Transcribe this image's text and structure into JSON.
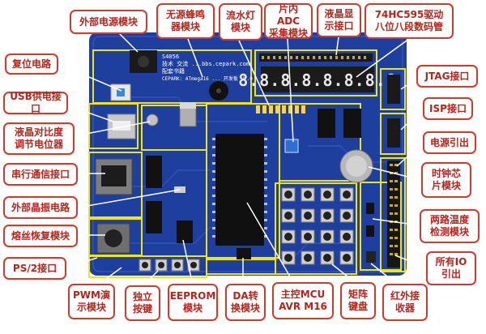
{
  "colors": {
    "pcb": "#1f3f9f",
    "pcb_dark": "#17307a",
    "outline": "#f2e21a",
    "callout_border": "#d23a2a",
    "callout_text": "#b3261e",
    "leader": "#ffffff"
  },
  "board": {
    "silk_lines": [
      "S4056",
      "技术 交流 ...bbs.cepark.com",
      "配套书籍",
      "CEPARK: ATmega16 ... 开发板 V2.0"
    ],
    "seg_display": "8.8.8.8.8.8.8.8"
  },
  "labels": {
    "ext_power": "外部电源模块",
    "buzzer": "无源蜂鸣\n器模块",
    "led_flow": "流水灯\n模块",
    "adc": "片内ADC\n采集模块",
    "lcd_port": "液晶显\n示接口",
    "seg_driver": "74HC595驱动\n八位八段数码管",
    "reset": "复位电路",
    "jtag": "JTAG接口",
    "usb_power": "USB供电接口",
    "isp": "ISP接口",
    "lcd_contrast": "液晶对比度\n调节电位器",
    "power_out": "电源引出",
    "serial": "串行通信接口",
    "clock_chip": "时钟芯\n片模块",
    "ext_crystal": "外部晶振电路",
    "temp": "两路温度\n检测模块",
    "fuse": "熔丝恢复模块",
    "io_out": "所有IO\n引出",
    "ps2": "PS/2接口",
    "pwm": "PWM演\n示模块",
    "keys": "独立\n按键",
    "eeprom": "EEPROM\n模块",
    "dac": "DA转\n换模块",
    "mcu": "主控MCU\nAVR M16",
    "matrix_keys": "矩阵\n键盘",
    "ir": "红外接\n收器"
  }
}
